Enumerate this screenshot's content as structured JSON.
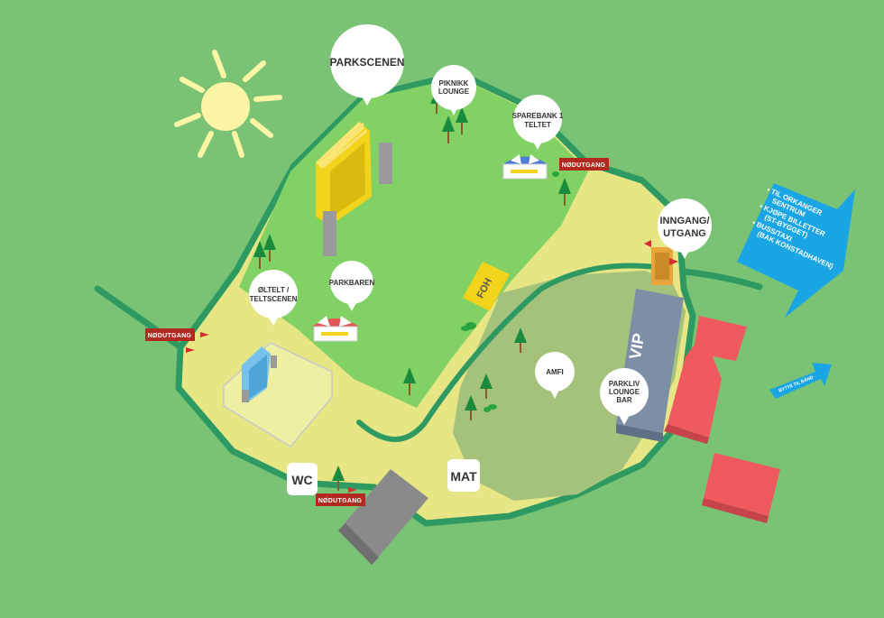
{
  "stages": {
    "parkscenen": "PARKSCENEN",
    "piknikk_lounge": [
      "PIKNIKK",
      "LOUNGE"
    ],
    "sparebank_teltet": [
      "SPAREBANK 1",
      "TELTET"
    ],
    "parkbaren": "PARKBAREN",
    "oltelt": [
      "ØLTELT /",
      "TELTSCENEN"
    ],
    "amfi": "AMFI",
    "parkliv_lounge_bar": [
      "PARKLIV",
      "LOUNGE",
      "BAR"
    ],
    "inngang_utgang": [
      "INNGANG/",
      "UTGANG"
    ]
  },
  "facilities": {
    "foh": "FOH",
    "vip": "VIP",
    "wc": "WC",
    "mat": "MAT"
  },
  "emergency_exits": [
    "NØDUTGANG",
    "NØDUTGANG",
    "NØDUTGANG"
  ],
  "directions": {
    "main_arrow": [
      "• TIL ORKANGER",
      "SENTRUM",
      "• KJØPE BILLETTER",
      "(ST-BYGGET)",
      "• BUSS/TAXI",
      "(BAK KONSTADHAVEN)"
    ],
    "small_arrow": "BYTTE TIL BÅND"
  },
  "colors": {
    "background": "#7ac374",
    "field": "#82d165",
    "sand": "#e6e685",
    "amfi_area": "#a5c27c",
    "path": "#2e9a62",
    "exit_sign": "#b22a1f",
    "building": "#ef5a5f",
    "vip": "#7d8ea6",
    "arrow": "#1aa6e4",
    "stage": "#f2d41d",
    "sun": "#fbf5a5"
  },
  "icons": [
    "sun-icon",
    "tree-icon",
    "flag-icon",
    "tent-icon",
    "speaker-icon",
    "gate-icon"
  ]
}
